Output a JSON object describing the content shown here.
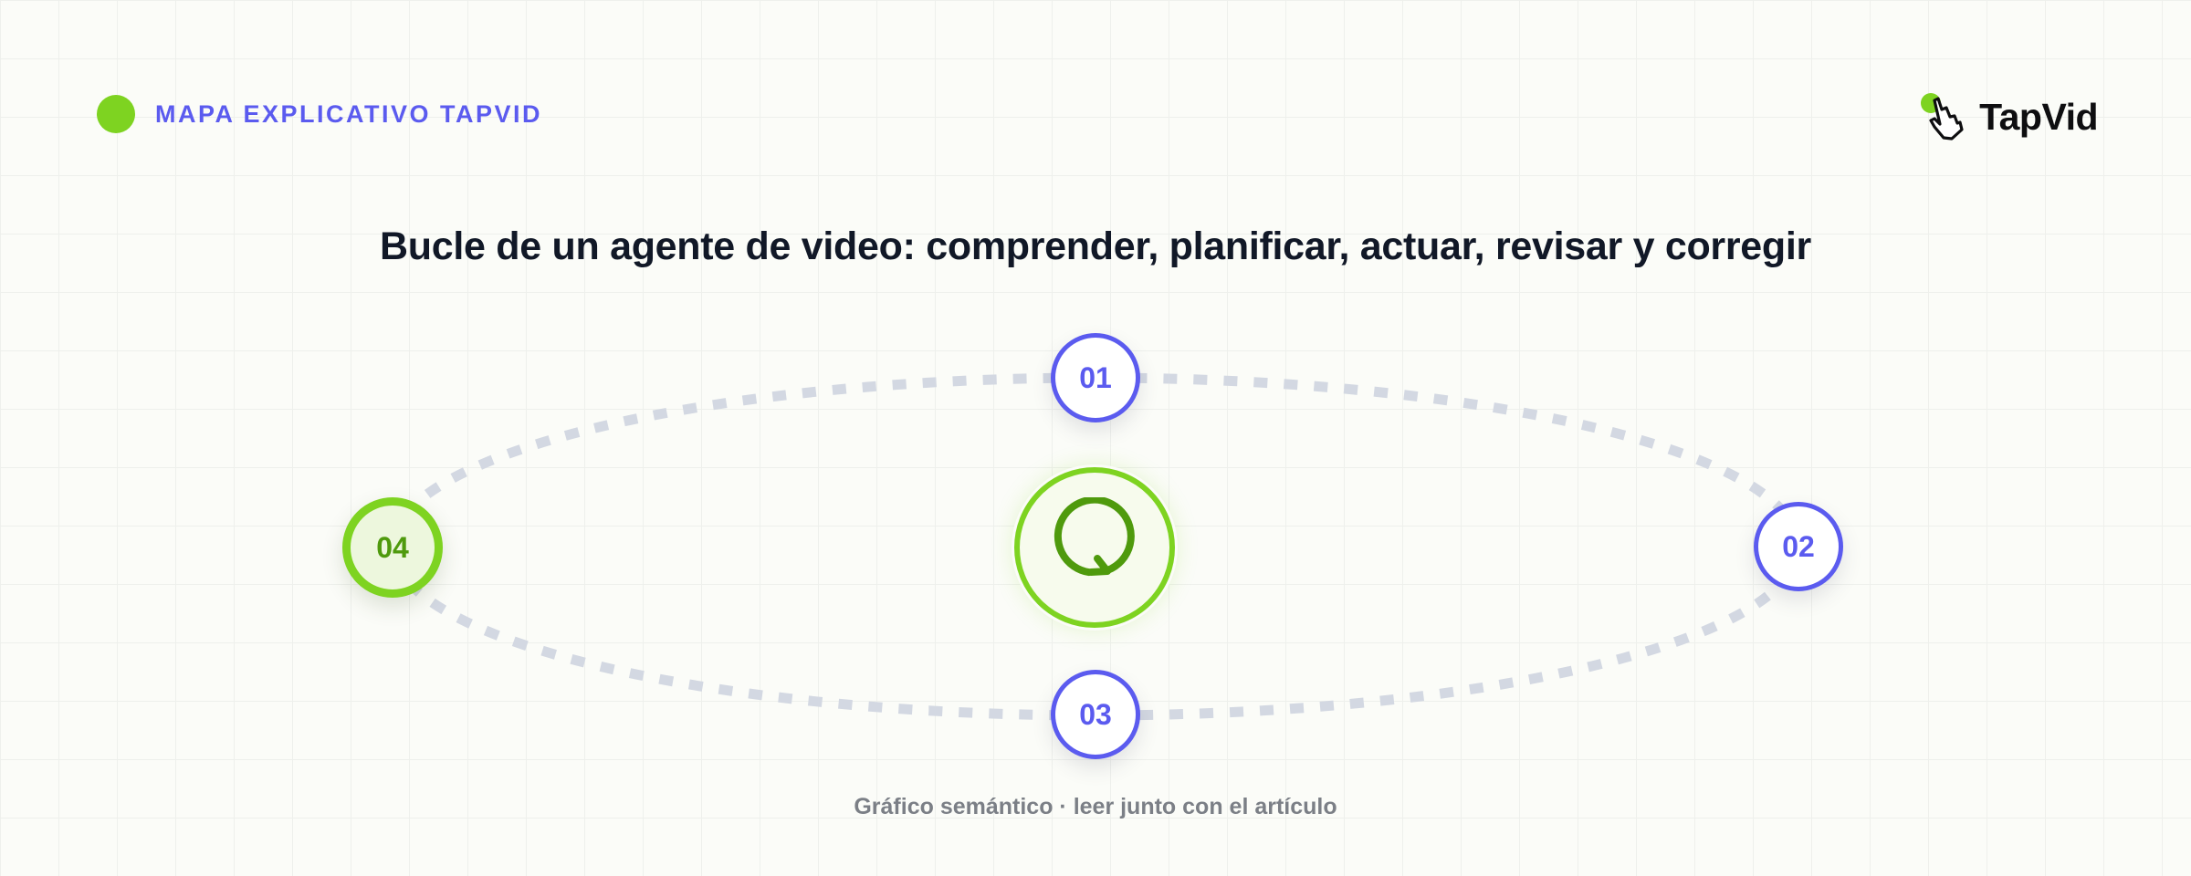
{
  "header": {
    "label": "MAPA EXPLICATIVO TAPVID"
  },
  "logo": {
    "text": "TapVid",
    "icon": "pointing-hand-icon"
  },
  "title": "Bucle de un agente de video: comprender, planificar, actuar, revisar y corregir",
  "nodes": [
    {
      "number": "01"
    },
    {
      "number": "02"
    },
    {
      "number": "03"
    },
    {
      "number": "04"
    }
  ],
  "center": {
    "icon": "refresh-loop-icon"
  },
  "caption": "Gráfico semántico · leer junto con el artículo",
  "colors": {
    "accent_blue": "#5b5bef",
    "accent_green": "#7ed321",
    "dark_green": "#4f9a0d",
    "path_gray": "#d3d8e2",
    "title": "#111827",
    "caption": "#7b7f86"
  }
}
